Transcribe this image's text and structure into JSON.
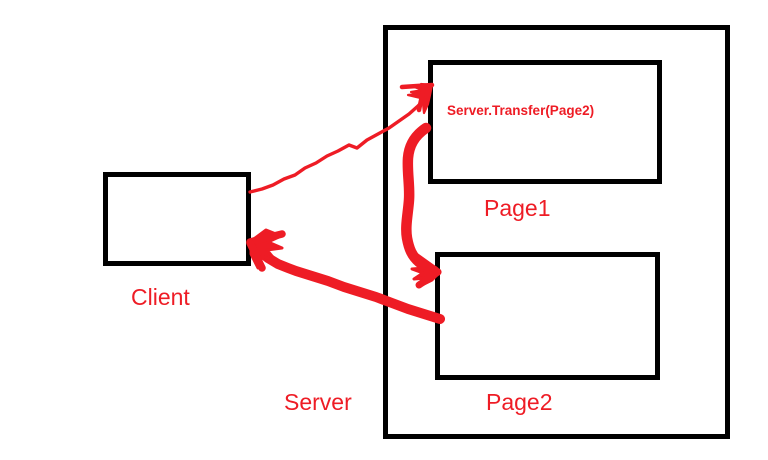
{
  "diagram": {
    "type": "flow-diagram",
    "title_text_visible": false,
    "background_color": "#ffffff",
    "stroke_color": "#000000",
    "accent_color": "#ee1c25",
    "boxes": [
      {
        "id": "client",
        "label": "Client",
        "label_position": "below"
      },
      {
        "id": "server",
        "label": "Server",
        "label_position": "outside-left-bottom"
      },
      {
        "id": "page1",
        "label": "Page1",
        "label_position": "below"
      },
      {
        "id": "page2",
        "label": "Page2",
        "label_position": "below"
      }
    ],
    "annotations": [
      {
        "id": "transfer-call",
        "text": "Server.Transfer(Page2)",
        "inside": "page1"
      }
    ],
    "arrows": [
      {
        "id": "client-to-page1",
        "from": "client",
        "to": "page1",
        "style": "thin",
        "color": "#ee1c25"
      },
      {
        "id": "page1-to-page2",
        "from": "page1",
        "to": "page2",
        "style": "thick",
        "color": "#ee1c25"
      },
      {
        "id": "page2-to-client",
        "from": "page2",
        "to": "client",
        "style": "thick",
        "color": "#ee1c25"
      }
    ]
  },
  "labels": {
    "client": "Client",
    "server": "Server",
    "page1": "Page1",
    "page2": "Page2",
    "transfer_call": "Server.Transfer(Page2)"
  }
}
